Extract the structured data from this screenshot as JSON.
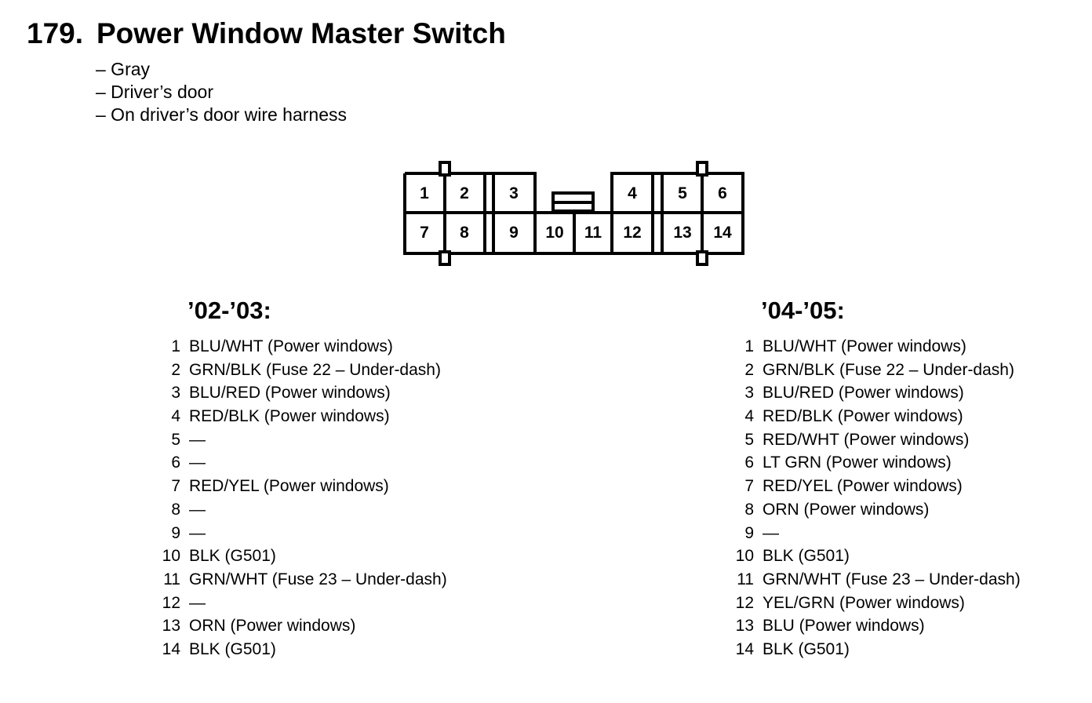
{
  "title": {
    "number": "179.",
    "text": "Power Window Master Switch"
  },
  "subtitle": [
    "– Gray",
    "– Driver’s door",
    "– On driver’s door wire harness"
  ],
  "connector": {
    "top_row_pins": [
      "1",
      "2",
      "3",
      "4",
      "5",
      "6"
    ],
    "bottom_row_pins": [
      "7",
      "8",
      "9",
      "10",
      "11",
      "12",
      "13",
      "14"
    ]
  },
  "sections": [
    {
      "heading": "’02-’03:",
      "pins": [
        {
          "num": "1",
          "desc": "BLU/WHT (Power windows)"
        },
        {
          "num": "2",
          "desc": "GRN/BLK (Fuse 22 – Under-dash)"
        },
        {
          "num": "3",
          "desc": "BLU/RED (Power windows)"
        },
        {
          "num": "4",
          "desc": "RED/BLK (Power windows)"
        },
        {
          "num": "5",
          "desc": "—"
        },
        {
          "num": "6",
          "desc": "—"
        },
        {
          "num": "7",
          "desc": "RED/YEL (Power windows)"
        },
        {
          "num": "8",
          "desc": "—"
        },
        {
          "num": "9",
          "desc": "—"
        },
        {
          "num": "10",
          "desc": "BLK (G501)"
        },
        {
          "num": "11",
          "desc": "GRN/WHT (Fuse 23 – Under-dash)"
        },
        {
          "num": "12",
          "desc": "—"
        },
        {
          "num": "13",
          "desc": "ORN (Power windows)"
        },
        {
          "num": "14",
          "desc": "BLK (G501)"
        }
      ]
    },
    {
      "heading": "’04-’05:",
      "pins": [
        {
          "num": "1",
          "desc": "BLU/WHT (Power windows)"
        },
        {
          "num": "2",
          "desc": "GRN/BLK (Fuse 22 – Under-dash)"
        },
        {
          "num": "3",
          "desc": "BLU/RED (Power windows)"
        },
        {
          "num": "4",
          "desc": "RED/BLK (Power windows)"
        },
        {
          "num": "5",
          "desc": "RED/WHT (Power windows)"
        },
        {
          "num": "6",
          "desc": "LT GRN (Power windows)"
        },
        {
          "num": "7",
          "desc": "RED/YEL (Power windows)"
        },
        {
          "num": "8",
          "desc": "ORN (Power windows)"
        },
        {
          "num": "9",
          "desc": "—"
        },
        {
          "num": "10",
          "desc": "BLK (G501)"
        },
        {
          "num": "11",
          "desc": "GRN/WHT (Fuse 23 – Under-dash)"
        },
        {
          "num": "12",
          "desc": "YEL/GRN (Power windows)"
        },
        {
          "num": "13",
          "desc": "BLU (Power windows)"
        },
        {
          "num": "14",
          "desc": "BLK (G501)"
        }
      ]
    }
  ]
}
